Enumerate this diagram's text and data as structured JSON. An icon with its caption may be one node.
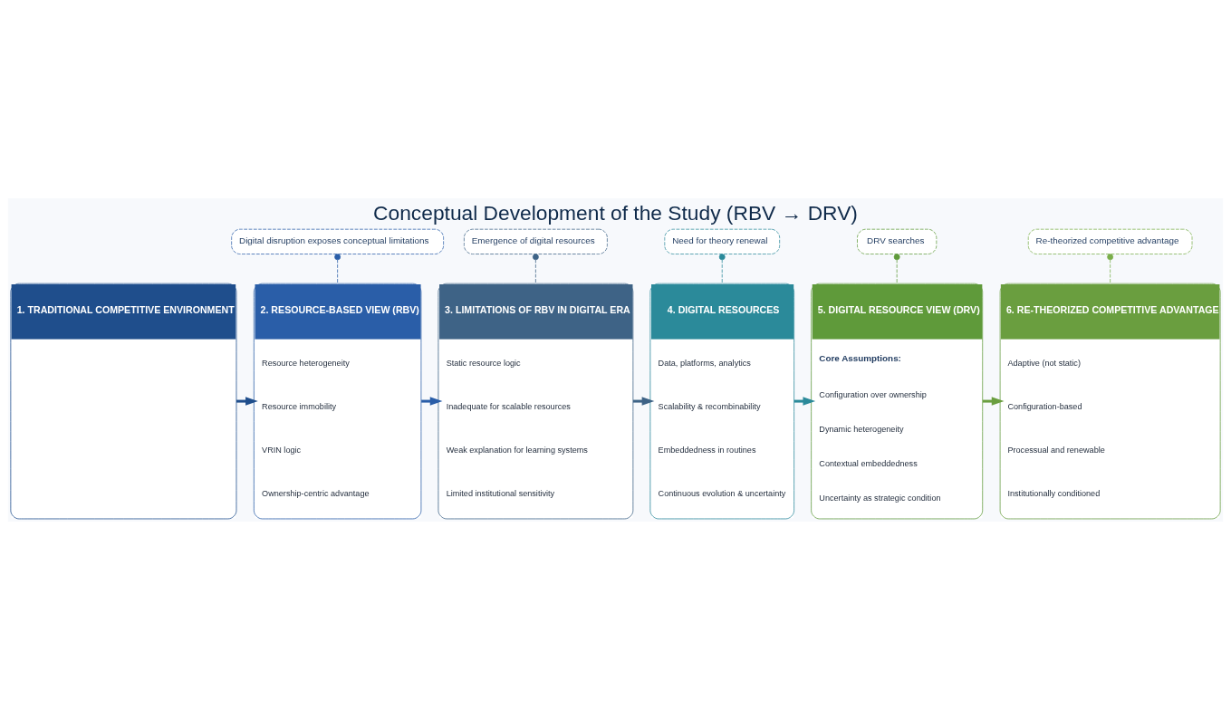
{
  "diagram": {
    "title": "Conceptual Development of the Study (RBV → DRV)",
    "nodes": [
      {
        "text": [
          "Digital disruption exposes conceptual limitations"
        ]
      },
      {
        "text": [
          "Emergence of digital resources"
        ]
      },
      {
        "text": [
          "Need for theory renewal"
        ]
      },
      {
        "text": [
          "DRV searches"
        ]
      },
      {
        "text": [
          "Re-theorized competitive advantage"
        ]
      },
      {
        "text": [
          "1. TRADITIONAL COMPETITIVE ENVIRONMENT"
        ]
      },
      {
        "text": [
          "2. RESOURCE-BASED VIEW (RBV)",
          "Resource heterogeneity",
          "Resource immobility",
          "VRIN logic",
          "Ownership-centric advantage"
        ]
      },
      {
        "text": [
          "3. LIMITATIONS OF RBV IN DIGITAL ERA",
          "Static resource logic",
          "Inadequate for scalable resources",
          "Weak explanation for learning systems",
          "Limited institutional sensitivity"
        ]
      },
      {
        "text": [
          "4. DIGITAL RESOURCES",
          "Data, platforms, analytics",
          "Scalability & recombinability",
          "Embeddedness in routines",
          "Continuous evolution & uncertainty"
        ]
      },
      {
        "text": [
          "5. DIGITAL RESOURCE VIEW (DRV)",
          "Core Assumptions:",
          "Configuration over ownership",
          "Dynamic heterogeneity",
          "Contextual embeddedness",
          "Uncertainty as strategic condition"
        ]
      },
      {
        "text": [
          "6. RE-THEORIZED COMPETITIVE ADVANTAGE",
          "Adaptive (not static)",
          "Configuration-based",
          "Processual and renewable",
          "Institutionally conditioned"
        ]
      }
    ],
    "edges": [
      {
        "from": 5,
        "to": 6,
        "arrow": "to",
        "style": "thick",
        "color": "#1f4e8c"
      },
      {
        "from": 6,
        "to": 7,
        "arrow": "to",
        "style": "thick",
        "color": "#2a5ea8"
      },
      {
        "from": 7,
        "to": 8,
        "arrow": "to",
        "style": "thick",
        "color": "#3e6386"
      },
      {
        "from": 8,
        "to": 9,
        "arrow": "to",
        "style": "thick",
        "color": "#2b8a9a"
      },
      {
        "from": 9,
        "to": 10,
        "arrow": "to",
        "style": "thick",
        "color": "#6a9e3f"
      },
      {
        "from": 0,
        "to": 6,
        "arrow": "other",
        "style": "dashed",
        "color": "#2a5ea8"
      },
      {
        "from": 1,
        "to": 7,
        "arrow": "other",
        "style": "dashed",
        "color": "#3e6386"
      },
      {
        "from": 2,
        "to": 8,
        "arrow": "other",
        "style": "dashed",
        "color": "#2b8a9a"
      },
      {
        "from": 3,
        "to": 9,
        "arrow": "other",
        "style": "dashed",
        "color": "#5f9a3a"
      },
      {
        "from": 4,
        "to": 10,
        "arrow": "other",
        "style": "dashed",
        "color": "#7aae4a"
      }
    ]
  }
}
